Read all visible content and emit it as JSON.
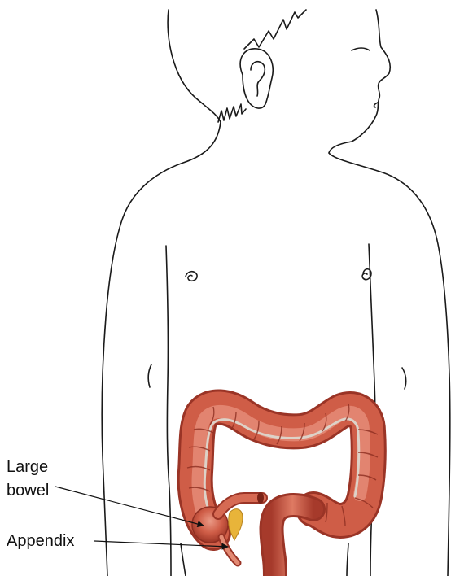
{
  "labels": {
    "large_bowel_line1": "Large",
    "large_bowel_line2": "bowel",
    "appendix": "Appendix"
  },
  "colors": {
    "outline": "#1a1a1a",
    "bowel_fill": "#c9543f",
    "bowel_dark": "#8f2f22",
    "bowel_light": "#e99582",
    "bowel_band": "#d8cfc6",
    "fat_yellow": "#e8b43a",
    "background": "#ffffff"
  },
  "icons": {
    "pointer_large_bowel": "arrow-icon",
    "pointer_appendix": "arrow-icon"
  }
}
